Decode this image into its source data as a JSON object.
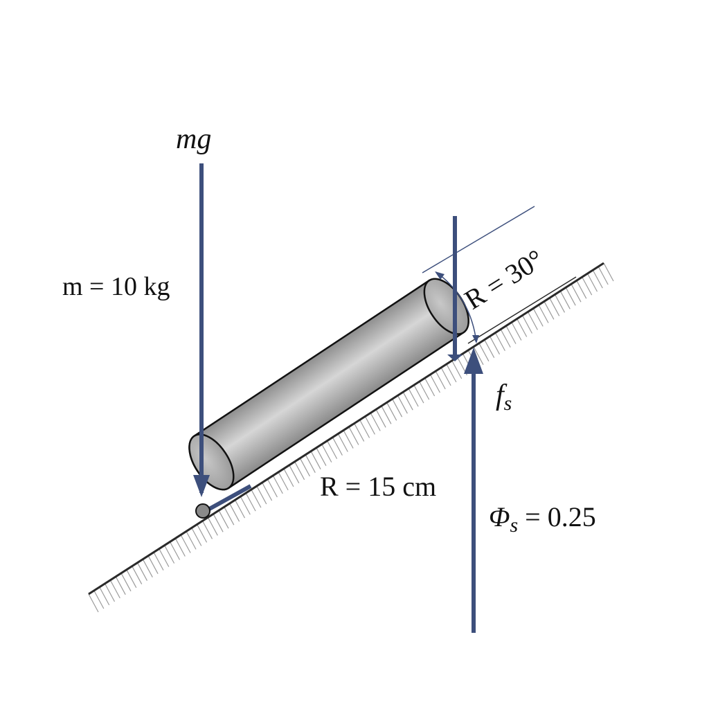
{
  "colors": {
    "force_arrow": "#3d4f7c",
    "incline_line": "#2a2a2a",
    "hatch": "#9a9a9a",
    "cylinder_body": "#b8b8b8",
    "cylinder_edge": "#111111",
    "angle_marker": "#3d4f7c"
  },
  "labels": {
    "weight": "mg",
    "mass": "m = 10 kg",
    "angle": "R = 30°",
    "friction": "f",
    "friction_sub": "s",
    "radius": "R = 15 cm",
    "coefficient": "Φ",
    "coefficient_sub": "s",
    "coefficient_value": " = 0.25"
  },
  "icons": {
    "weight_arrow": "arrow-down",
    "friction_arrow": "arrow-up",
    "pivot_point": "circle"
  }
}
